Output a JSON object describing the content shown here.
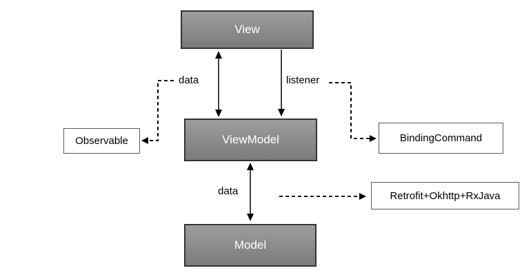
{
  "nodes": {
    "view": {
      "label": "View"
    },
    "viewmodel": {
      "label": "ViewModel"
    },
    "model": {
      "label": "Model"
    },
    "observable": {
      "label": "Observable"
    },
    "binding_command": {
      "label": "BindingCommand"
    },
    "retrofit": {
      "label": "Retrofit+Okhttp+RxJava"
    }
  },
  "edge_labels": {
    "view_viewmodel_data": "data",
    "view_viewmodel_listener": "listener",
    "viewmodel_model_data": "data"
  },
  "colors": {
    "background": "#ffffff",
    "node_fill_top": "#9d9d9d",
    "node_fill_bottom": "#7b7b7b",
    "node_border": "#333333",
    "node_text": "#ffffff",
    "plain_fill": "#ffffff",
    "plain_border": "#595959",
    "line": "#000000",
    "text": "#000000"
  }
}
